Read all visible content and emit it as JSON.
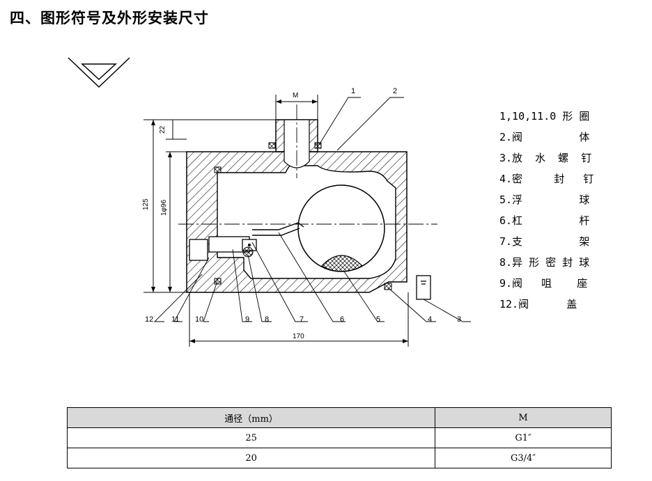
{
  "heading": "四、图形符号及外形安装尺寸",
  "drawing": {
    "labels": {
      "M": "M",
      "dim_22": "22",
      "dim_125": "125",
      "dim_96": "1φ96",
      "dim_170": "170"
    },
    "callouts": [
      "1",
      "2",
      "3",
      "4",
      "5",
      "6",
      "7",
      "8",
      "9",
      "10",
      "11",
      "12"
    ]
  },
  "legend": [
    "1,10,11.0 形 圈",
    "2.阀         体",
    "3.放  水  螺  钉",
    "4.密     封   钉",
    "5.浮         球",
    "6.杠         杆",
    "7.支         架",
    "8.异 形 密 封 球",
    "9.阀   咀    座",
    "12.阀      盖"
  ],
  "table": {
    "headers": [
      "通径（mm）",
      "M"
    ],
    "rows": [
      [
        "25",
        "G1″"
      ],
      [
        "20",
        "G3/4″"
      ]
    ]
  }
}
